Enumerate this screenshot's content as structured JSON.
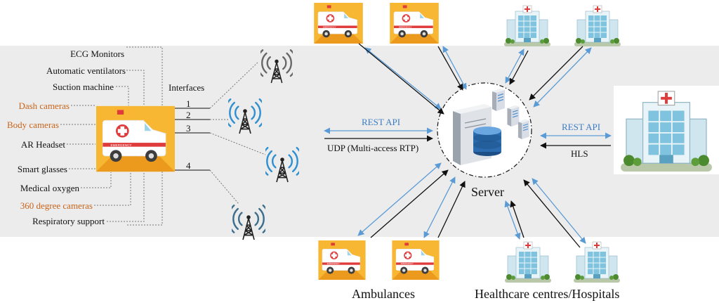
{
  "equipment": [
    {
      "label": "ECG Monitors",
      "highlight": false
    },
    {
      "label": "Automatic ventilators",
      "highlight": false
    },
    {
      "label": "Suction machine",
      "highlight": false
    },
    {
      "label": "Dash cameras",
      "highlight": true
    },
    {
      "label": "Body cameras",
      "highlight": true
    },
    {
      "label": "AR Headset",
      "highlight": false
    },
    {
      "label": "Smart glasses",
      "highlight": false
    },
    {
      "label": "Medical oxygen",
      "highlight": false
    },
    {
      "label": "360 degree cameras",
      "highlight": true
    },
    {
      "label": "Respiratory support",
      "highlight": false
    }
  ],
  "interfaces": {
    "title": "Interfaces",
    "numbers": [
      "1",
      "2",
      "3",
      "4"
    ]
  },
  "links": {
    "rest_api_left": "REST API",
    "udp": "UDP (Multi-access RTP)",
    "rest_api_right": "REST API",
    "hls": "HLS"
  },
  "server_label": "Server",
  "group_labels": {
    "ambulances": "Ambulances",
    "hospitals": "Healthcare centres/Hospitals"
  },
  "ambulance_sign": "EMERGENCY",
  "colors": {
    "band": "#ececec",
    "arrow_blue": "#5b9bd5",
    "arrow_black": "#111111",
    "highlight_text": "#c8641a",
    "api_text": "#3b7cc4",
    "ambulance_bg": "#f7b733",
    "tower_blue": "#2e8fd1",
    "tower_gray": "#666666"
  }
}
